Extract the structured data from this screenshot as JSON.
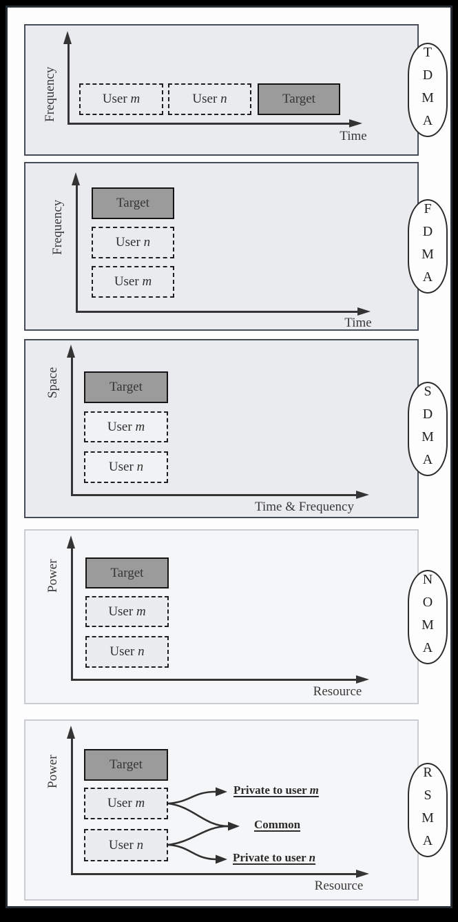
{
  "figure": {
    "colors": {
      "target_fill": "#9b9b9b",
      "panel_fill_dark": "#e9ebee",
      "panel_fill_light": "#f5f6f8",
      "line": "#343434"
    },
    "panels": [
      {
        "tag": "TDMA",
        "y_axis": "Frequency",
        "x_axis": "Time",
        "boxes": {
          "user_m": {
            "text": "User ",
            "italic": "m"
          },
          "user_n": {
            "text": "User ",
            "italic": "n"
          },
          "target": {
            "text": "Target"
          }
        }
      },
      {
        "tag": "FDMA",
        "y_axis": "Frequency",
        "x_axis": "Time",
        "boxes": {
          "target": {
            "text": "Target"
          },
          "user_n": {
            "text": "User ",
            "italic": "n"
          },
          "user_m": {
            "text": "User ",
            "italic": "m"
          }
        }
      },
      {
        "tag": "SDMA",
        "y_axis": "Space",
        "x_axis": "Time & Frequency",
        "boxes": {
          "target": {
            "text": "Target"
          },
          "user_m": {
            "text": "User ",
            "italic": "m"
          },
          "user_n": {
            "text": "User ",
            "italic": "n"
          }
        }
      },
      {
        "tag": "NOMA",
        "y_axis": "Power",
        "x_axis": "Resource",
        "boxes": {
          "target": {
            "text": "Target"
          },
          "user_m": {
            "text": "User ",
            "italic": "m"
          },
          "user_n": {
            "text": "User ",
            "italic": "n"
          }
        }
      },
      {
        "tag": "RSMA",
        "y_axis": "Power",
        "x_axis": "Resource",
        "boxes": {
          "target": {
            "text": "Target"
          },
          "user_m": {
            "text": "User ",
            "italic": "m"
          },
          "user_n": {
            "text": "User ",
            "italic": "n"
          }
        },
        "streams": {
          "private_m": {
            "text": "Private to user ",
            "italic": "m"
          },
          "common": {
            "text": "Common",
            "italic": ""
          },
          "private_n": {
            "text": "Private to user ",
            "italic": "n"
          }
        }
      }
    ]
  }
}
